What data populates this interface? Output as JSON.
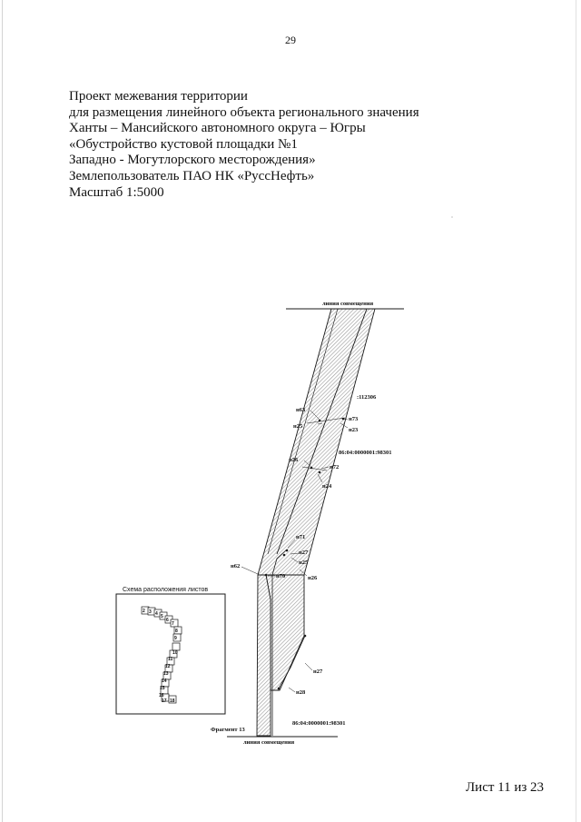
{
  "page": {
    "number": "29",
    "sheet_counter": "Лист 11 из 23"
  },
  "header_lines": [
    "Проект межевания территории",
    "для размещения линейного объекта регионального значения",
    "Ханты – Мансийского автономного округа – Югры",
    "«Обустройство кустовой площадки №1",
    "Западно - Могутлорского месторождения»",
    "Землепользователь ПАО НК «РуссНефть»",
    "Масштаб 1:5000"
  ],
  "map": {
    "junction_top": "линия совмещения",
    "junction_bottom": "линия совмещения",
    "fragment_label": "Фрагмент 13",
    "parcel_labels": {
      "upper": ":112306",
      "middle": "86:04:0000001:98301",
      "lower": "86:04:0000001:98301"
    },
    "points": {
      "n63": "н63",
      "n73": "н73",
      "n25a": "н25",
      "n23": "н23",
      "n26a": "н26",
      "n72": "н72",
      "n24": "н24",
      "n71": "н71",
      "n27a": "н27",
      "n25b": "н25",
      "n62": "н62",
      "n70": "н70",
      "n26b": "н26",
      "n27b": "н27",
      "n28": "н28"
    },
    "colors": {
      "hatch": "#9a9a9a",
      "line": "#1a1a1a"
    }
  },
  "inset": {
    "title": "Схема расположения листов",
    "sheet_numbers": [
      "2",
      "3",
      "4",
      "5",
      "6",
      "7",
      "8",
      "9",
      "10",
      "11",
      "12",
      "13",
      "14",
      "15",
      "16",
      "17",
      "18"
    ]
  }
}
